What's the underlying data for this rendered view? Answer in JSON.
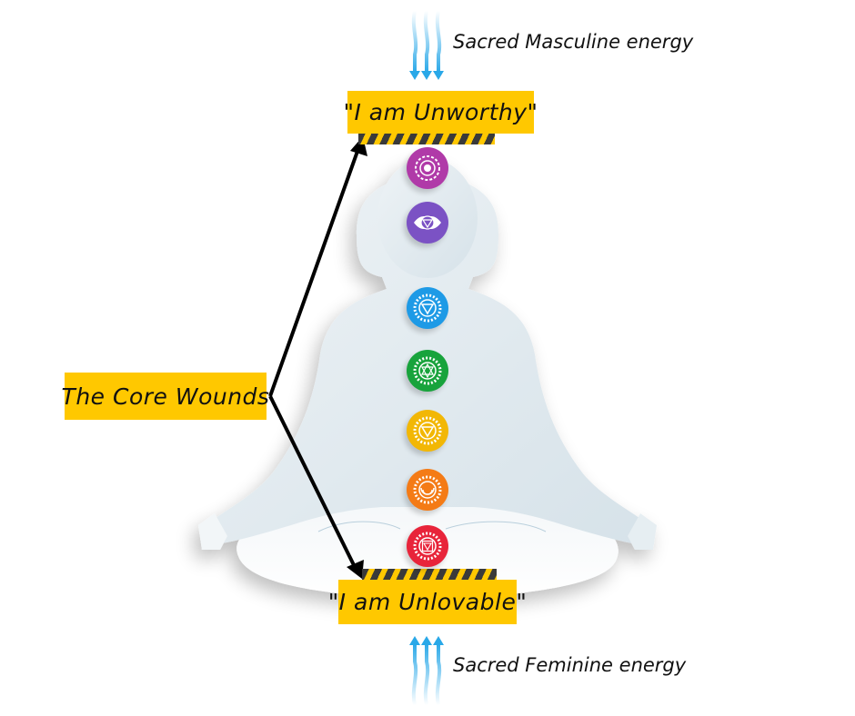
{
  "energy": {
    "top_label": "Sacred Masculine energy",
    "bottom_label": "Sacred Feminine energy",
    "arrow_color": "#29a8e8"
  },
  "wounds": {
    "top": "\"I am Unworthy\"",
    "bottom": "\"I am Unlovable\"",
    "core_label": "The Core Wounds",
    "box_color": "#ffc800"
  },
  "chakras": [
    {
      "name": "crown",
      "color": "#b03aa8",
      "symbol": "lotus-circle"
    },
    {
      "name": "third-eye",
      "color": "#7b52c4",
      "symbol": "eye-triangle"
    },
    {
      "name": "throat",
      "color": "#1e9ae6",
      "symbol": "triangle-circle"
    },
    {
      "name": "heart",
      "color": "#18a33c",
      "symbol": "hexagram"
    },
    {
      "name": "solar-plexus",
      "color": "#f2b705",
      "symbol": "triangle"
    },
    {
      "name": "sacral",
      "color": "#f47b16",
      "symbol": "crescent"
    },
    {
      "name": "root",
      "color": "#e8243a",
      "symbol": "square-triangle"
    }
  ]
}
